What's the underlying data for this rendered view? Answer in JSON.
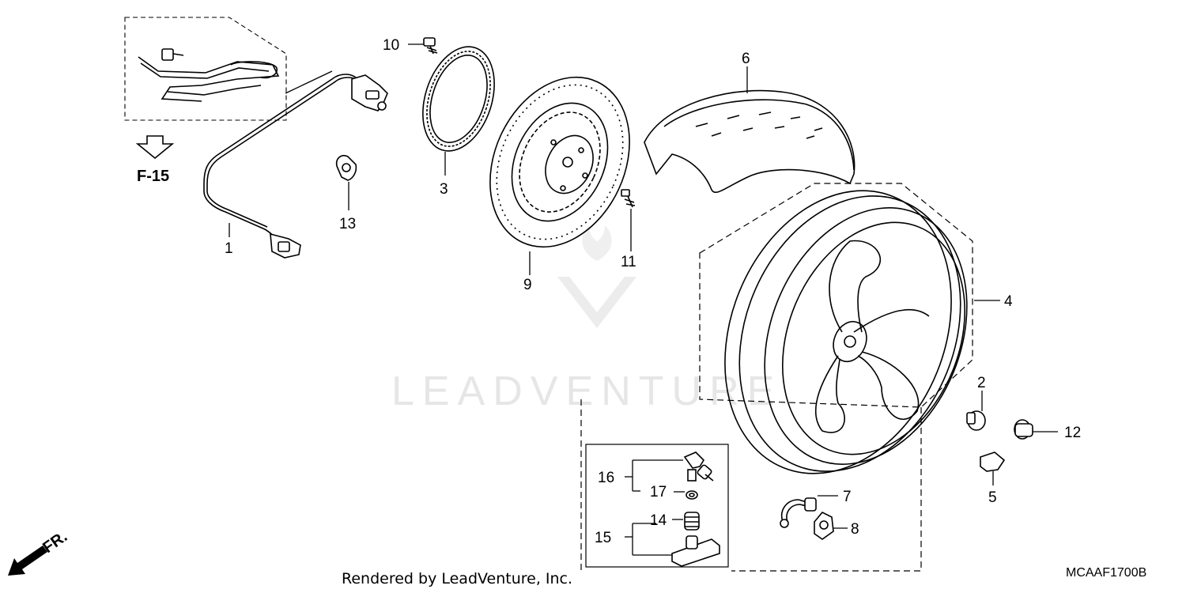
{
  "diagram": {
    "watermark": "LEADVENTURE",
    "footer_text": "Rendered by LeadVenture, Inc.",
    "drawing_number": "MCAAF1700B",
    "ref_label": "F-15",
    "front_marker": "FR.",
    "callouts": {
      "c1": "1",
      "c2": "2",
      "c3": "3",
      "c4": "4",
      "c5": "5",
      "c6": "6",
      "c7": "7",
      "c8": "8",
      "c9": "9",
      "c10": "10",
      "c11": "11",
      "c12": "12",
      "c13": "13",
      "c14": "14",
      "c15": "15",
      "c16": "16",
      "c17": "17"
    }
  }
}
